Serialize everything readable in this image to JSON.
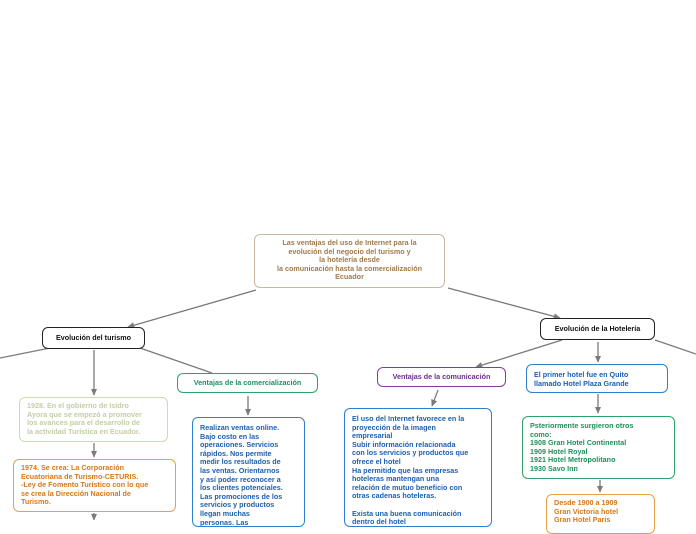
{
  "center": {
    "text": "Las ventajas del uso de Internet para la\nevolución del negocio del turismo y\nla hotelería  desde\nla  comunicación  hasta  la comercialización\nEcuador"
  },
  "turismo": {
    "title": "Evolución del turismo",
    "n1928": "1928. En el gobierno de Isidro\nAyora que se empezó a promover\nlos avances para el desarrollo de\nla actividad Turística en Ecuador.",
    "n1974": "1974. Se crea: La Corporación\nEcuatoriana de Turismo-CETURIS.\n-Ley de Fomento Turístico con lo que\nse crea la Dirección Nacional de\nTurismo."
  },
  "comercializacion": {
    "title": "Ventajas de la comercialización",
    "body": "Realizan ventas online.\nBajo costo en las\noperaciones. Servicios\nrápidos. Nos permite\nmedir los resultados de\nlas ventas. Orientarnos\ny así poder reconocer a\nlos clientes potenciales.\nLas promociones de los\nservicios y productos\nllegan muchas\npersonas. Las"
  },
  "comunicacion": {
    "title": "Ventajas de la comunicación",
    "body": "El uso del Internet favorece en la\nproyección de la imagen\nempresarial\nSubir información relacionada\ncon los servicios y productos que\nofrece el hotel\nHa permitido que las empresas\nhoteleras mantengan una\nrelación de mutuo beneficio con\notras cadenas hoteleras.\n\nExista una buena comunicación\ndentro del hotel"
  },
  "hoteleria": {
    "title": "Evolución de la Hotelería",
    "first": "El primer hotel fue en Quito\nllamado Hotel Plaza Grande",
    "later": "Psteriormente surgieron otros\ncomo:\n1908 Gran Hotel Continental\n1909 Hotel Royal\n1921 Hotel Metropolitano\n1930 Savo Inn",
    "desde": "Desde 1900 a 1909\nGran Victoria hotel\nGran Hotel Paris"
  },
  "colors": {
    "line": "#7a7a7a",
    "center": "#a07a4a",
    "green": "#1f8f5c",
    "purple": "#6a2f90",
    "blue": "#1c5fb0",
    "orange": "#d4781a",
    "pale": "#c2cfa6"
  }
}
